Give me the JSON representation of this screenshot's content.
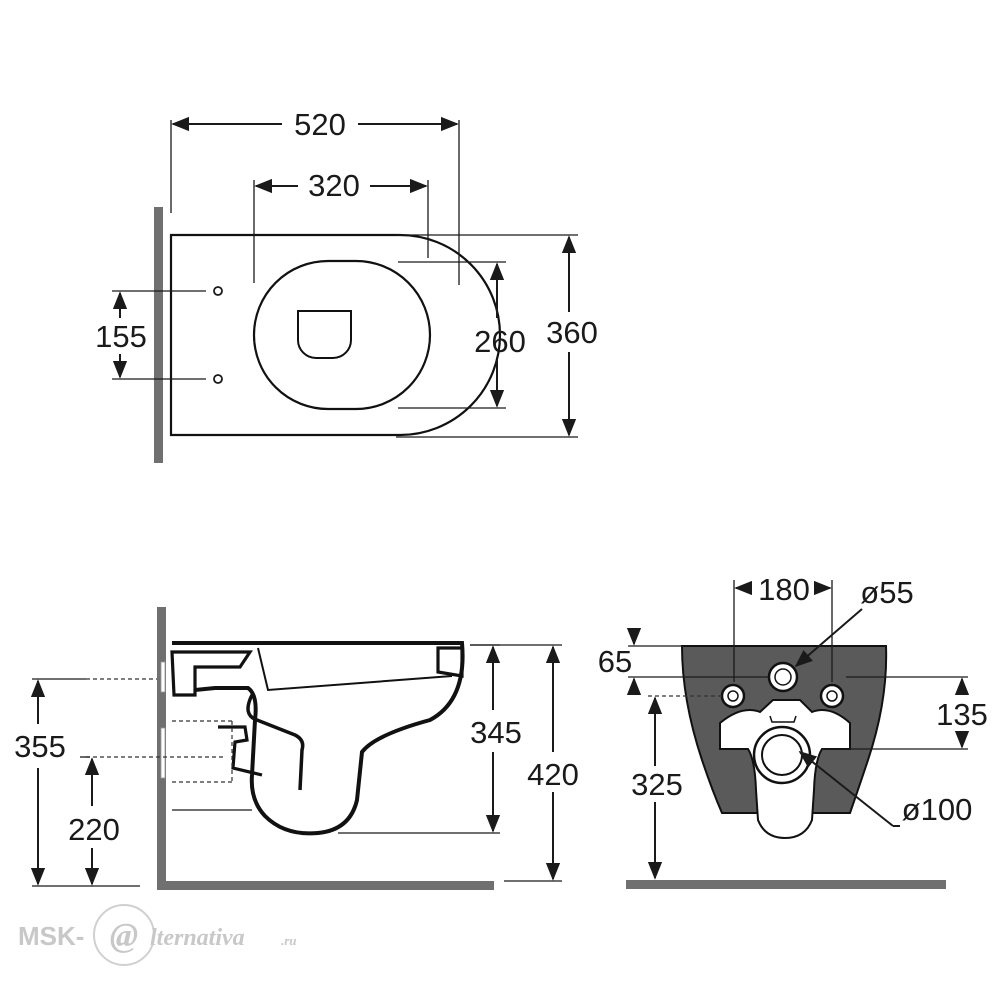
{
  "colors": {
    "ink": "#1a1a1a",
    "wall": "#707070",
    "back_panel": "#5a5a5a",
    "watermark": "#c8c8c8"
  },
  "top_view": {
    "width_label": "520",
    "seat_width_label": "320",
    "bolt_spacing_label": "155",
    "seat_depth_label": "260",
    "overall_depth_label": "360"
  },
  "side_view": {
    "pipe_height_label": "355",
    "inlet_height_label": "220",
    "bowl_height_label": "345",
    "overall_height_label": "420"
  },
  "rear_view": {
    "bolt_spacing_label": "180",
    "inlet_diameter_label": "ø55",
    "top_offset_label": "65",
    "hole_spacing_label": "135",
    "outlet_height_label": "325",
    "outlet_diameter_label": "ø100"
  },
  "watermark": {
    "prefix": "MSK-",
    "at_symbol": "@",
    "suffix": "lternativa",
    "tld": ".ru"
  }
}
